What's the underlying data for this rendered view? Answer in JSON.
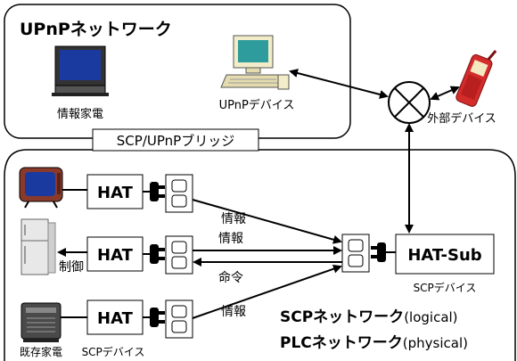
{
  "upnp": {
    "title": "UPnPネットワーク",
    "tv_label": "情報家電",
    "pc_label": "UPnPデバイス"
  },
  "external": {
    "label": "外部デバイス"
  },
  "bridge": {
    "label": "SCP/UPnPブリッジ"
  },
  "scp": {
    "hat_label": "HAT",
    "hat_sub_label": "HAT-Sub",
    "hat_sub_caption": "SCPデバイス",
    "bottom_device_label": "SCPデバイス",
    "legacy_label": "既存家電",
    "control_label": "制御",
    "info_label": "情報",
    "command_label": "命令",
    "network_scp_bold": "SCPネットワーク",
    "network_scp_note": "(logical)",
    "network_plc_bold": "PLCネットワーク",
    "network_plc_note": "(physical)"
  },
  "colors": {
    "screen_blue": "#1a3aa0",
    "fridge": "#e8e8e8",
    "phone_red": "#d42b2b",
    "pc_body": "#f2ecc8",
    "pc_screen": "#2e9c9c"
  },
  "icons": [
    "tv-icon",
    "pc-icon",
    "phone-icon",
    "crt-tv-icon",
    "fridge-icon",
    "heater-icon",
    "outlet-icon",
    "plug-icon",
    "router-icon"
  ]
}
